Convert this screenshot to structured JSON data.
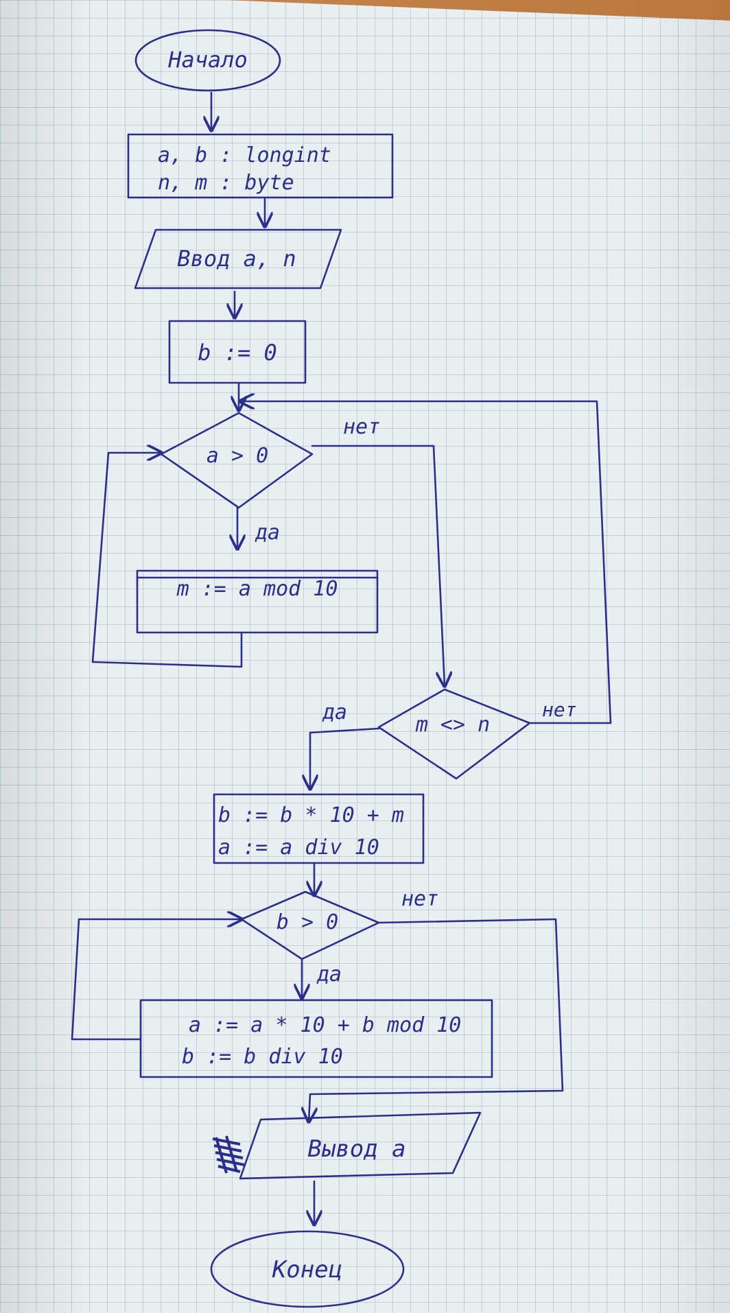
{
  "diagram": {
    "start": "Начало",
    "declare_line1": "a, b : longint",
    "declare_line2": "n, m : byte",
    "input": "Ввод a, n",
    "init": "b := 0",
    "cond1": "a > 0",
    "cond1_yes": "да",
    "cond1_no": "нет",
    "step1": "m := a mod 10",
    "cond2": "m <> n",
    "cond2_yes": "да",
    "cond2_no": "нет",
    "step2_line1": "b := b * 10 + m",
    "step2_line2": "a := a div 10",
    "cond3": "b > 0",
    "cond3_yes": "да",
    "cond3_no": "нет",
    "step3_line1": "a := a * 10 + b mod 10",
    "step3_line2": "b := b div 10",
    "output": "Вывод a",
    "end": "Конец"
  },
  "ink_color": "#2a2f8c"
}
